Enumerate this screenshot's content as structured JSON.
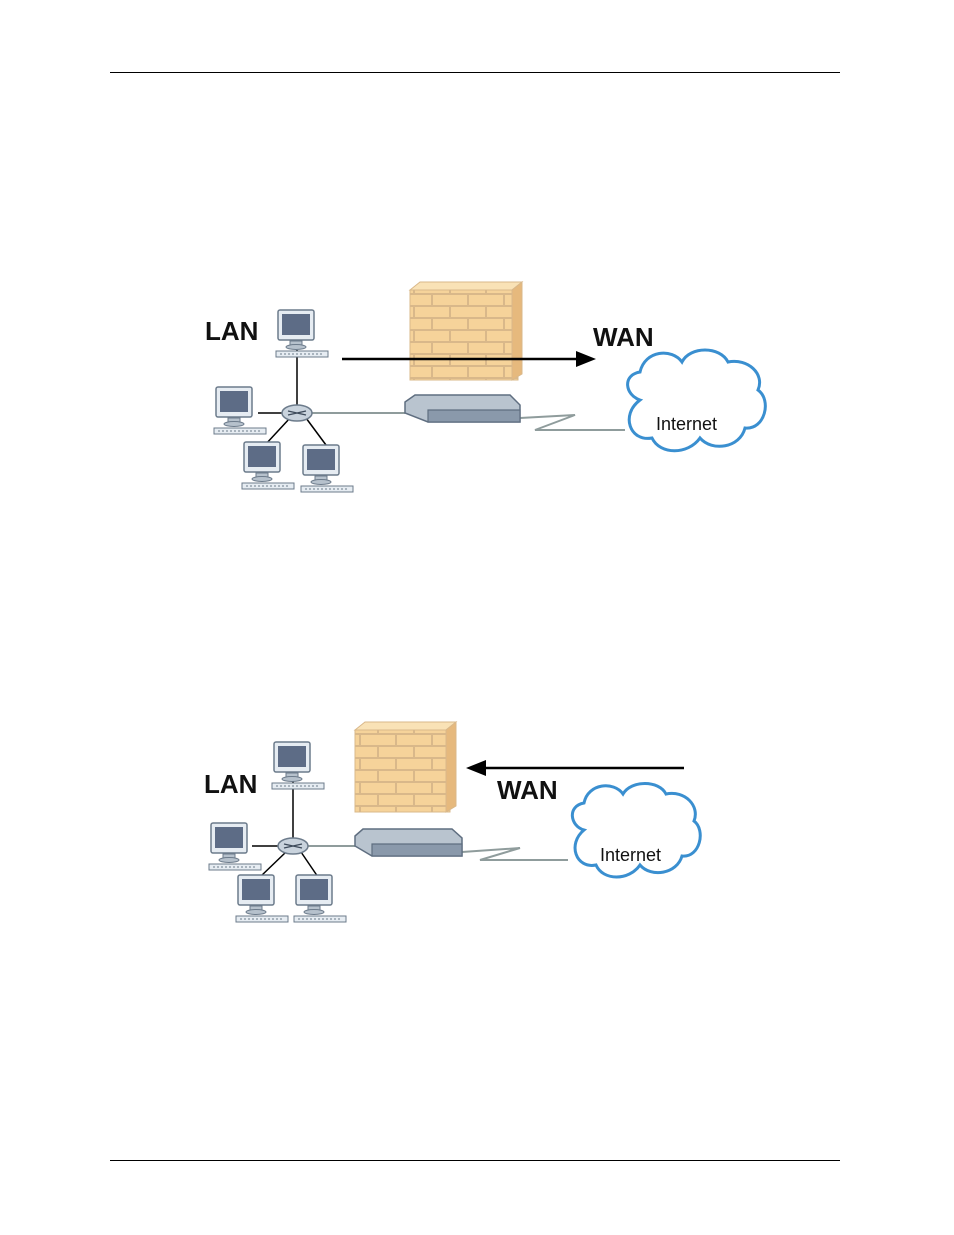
{
  "diagrams": [
    {
      "id": "outbound",
      "direction": "lan-to-wan",
      "labels": {
        "lan": "LAN",
        "wan": "WAN",
        "cloud": "Internet"
      }
    },
    {
      "id": "inbound",
      "direction": "wan-to-lan",
      "labels": {
        "lan": "LAN",
        "wan": "WAN",
        "cloud": "Internet"
      }
    }
  ],
  "colors": {
    "brick": "#f6d39a",
    "mortar": "#d9b88a",
    "cloud_fill": "#ffffff",
    "cloud_stroke": "#3a8fd0",
    "monitor_screen": "#5d6c86",
    "device": "#8a99ab",
    "arrow": "#000000",
    "wire": "#8f9c9c"
  },
  "icons": [
    "computer-icon",
    "hub-icon",
    "firewall-icon",
    "router-icon",
    "cloud-icon",
    "arrow-icon"
  ]
}
